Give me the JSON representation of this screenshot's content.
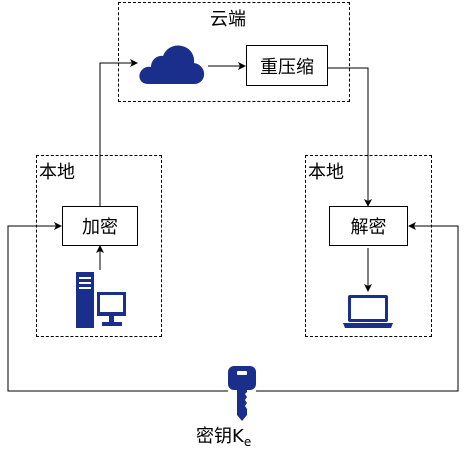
{
  "cloud_region": {
    "label": "云端"
  },
  "local_left_region": {
    "label": "本地"
  },
  "local_right_region": {
    "label": "本地"
  },
  "nodes": {
    "recompress": "重压缩",
    "encrypt": "加密",
    "decrypt": "解密"
  },
  "key": {
    "label": "密钥K",
    "subscript": "e"
  },
  "icons": {
    "cloud": "cloud-icon",
    "pc": "desktop-computer-icon",
    "laptop": "laptop-icon",
    "key": "key-icon"
  },
  "colors": {
    "icon_fill": "#1a2f8c",
    "line": "#000000"
  }
}
